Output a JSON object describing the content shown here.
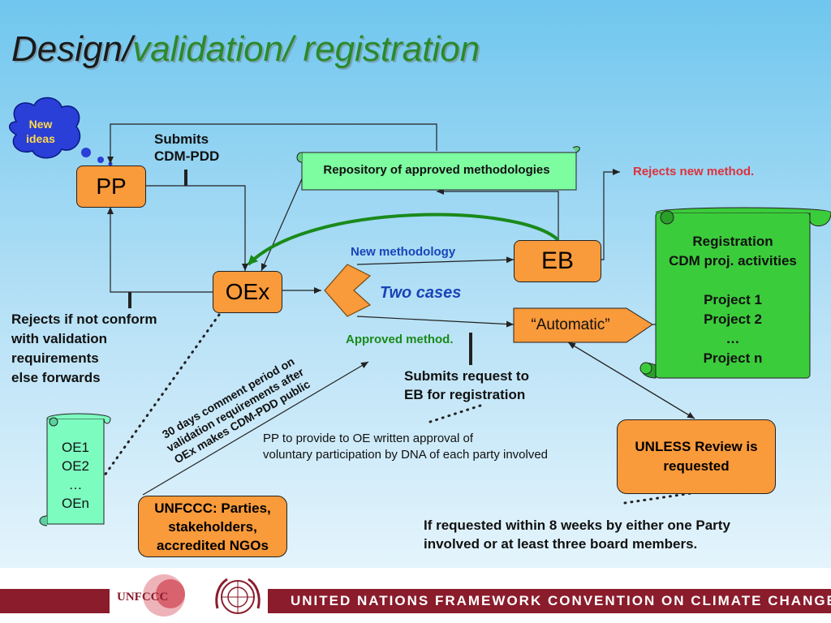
{
  "title": {
    "part1": "Design/",
    "part2": "validation/ registration"
  },
  "new_ideas": "New ideas",
  "pp": "PP",
  "oex": "OEx",
  "eb": "EB",
  "submits_cdm_pdd": [
    "Submits",
    "CDM-PDD"
  ],
  "repository": "Repository of approved methodologies",
  "rejects_new_method": "Rejects new method.",
  "new_methodology": "New methodology",
  "two_cases": "Two cases",
  "automatic": "“Automatic”",
  "approved_method": "Approved method.",
  "registration_scroll": [
    "Registration",
    "CDM proj. activities",
    "",
    "Project 1",
    "Project 2",
    "…",
    "Project n"
  ],
  "rejects_if_not_conform": [
    "Rejects if not conform",
    "with validation",
    "requirements",
    "else forwards"
  ],
  "comment_period": [
    "30 days comment period on",
    "validation requirements after",
    "OEx makes CDM-PDD public"
  ],
  "submits_request": [
    "Submits request to",
    "EB for registration"
  ],
  "pp_provide": [
    "PP to provide to OE written approval of",
    "voluntary participation by DNA of each party involved"
  ],
  "oe_scroll": [
    "OE1",
    "OE2",
    "…",
    "OEn"
  ],
  "unless_review": [
    "UNLESS Review is",
    "requested"
  ],
  "unfccc_parties": [
    "UNFCCC: Parties,",
    "stakeholders,",
    "accredited NGOs"
  ],
  "if_requested": [
    "If requested within  8 weeks by either one Party",
    "involved or at least three board members."
  ],
  "footer": {
    "banner": "UNITED NATIONS FRAMEWORK CONVENTION ON CLIMATE CHANGE",
    "logo_text": "UNFCCC"
  },
  "colors": {
    "box_orange": "#f99a3b",
    "scroll_green": "#3bcc3b",
    "repo_green": "#7dfca0",
    "oe_green": "#7dfcc0",
    "curve_green": "#1a8a1a",
    "footer_red": "#8a1c2c",
    "rejects_red": "#e0303a",
    "blue_label": "#1a44b8"
  }
}
